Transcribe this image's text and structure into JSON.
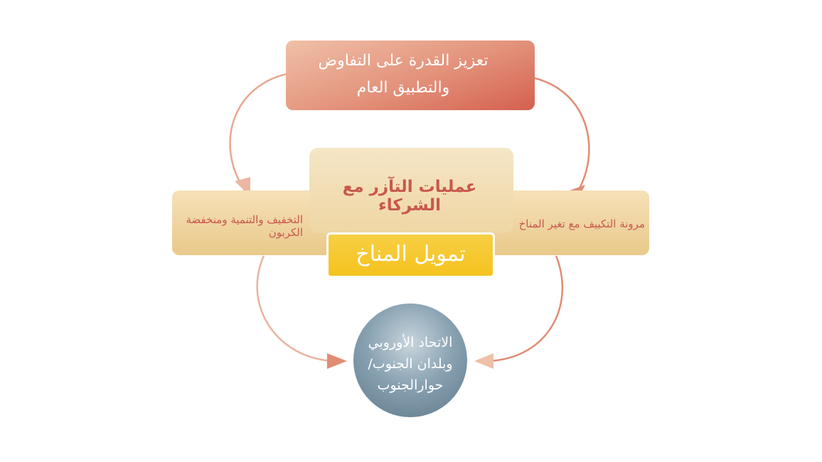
{
  "diagram": {
    "top_node": {
      "text": "تعزيز القدرة على التفاوض والتطبيق العام"
    },
    "center_node": {
      "text": "عمليات التآزر مع الشركاء"
    },
    "left_node": {
      "text": "التخفيف والتنمية ومنخفضة الكربون"
    },
    "right_node": {
      "text": "مرونة التكييف مع تغير المناخ"
    },
    "finance_node": {
      "text": "تمويل المناخ"
    },
    "bottom_node": {
      "text": "الاتحاد الأوروبي وبلدان الجنوب/حوارالجنوب"
    }
  },
  "colors": {
    "top_node": "#e3917a",
    "band": "#efd6a4",
    "finance": "#f6c72a",
    "circle": "#7f98a9",
    "arrow": "#e59b80",
    "accent_text": "#c9574e"
  }
}
